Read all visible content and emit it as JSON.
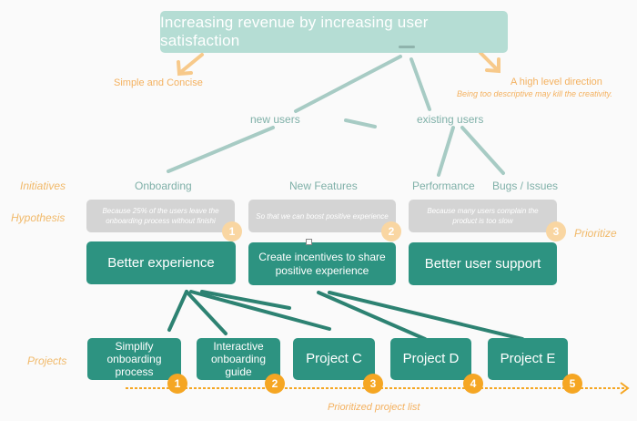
{
  "title": "Increasing revenue by increasing user satisfaction",
  "notes": {
    "left": "Simple and Concise",
    "right_heading": "A high level direction",
    "right_sub": "Being too descriptive may kill the creativity."
  },
  "branches": [
    "new users",
    "existing users"
  ],
  "row_labels": {
    "initiatives": "Initiatives",
    "hypothesis": "Hypothesis",
    "prioritize": "Prioritize",
    "projects": "Projects"
  },
  "initiatives": [
    "Onboarding",
    "New Features",
    "Performance",
    "Bugs / Issues"
  ],
  "hypotheses": [
    {
      "text": "Because 25% of the users leave the onboarding process without finishi",
      "rank": "1"
    },
    {
      "text": "So that we can boost positive experience",
      "rank": "2"
    },
    {
      "text": "Because many users complain the product is too slow",
      "rank": "3"
    }
  ],
  "initiative_boxes": [
    "Better experience",
    "Create incentives to share positive experience",
    "Better user support"
  ],
  "projects": [
    {
      "label": "Simplify onboarding process",
      "rank": "1"
    },
    {
      "label": "Interactive onboarding guide",
      "rank": "2"
    },
    {
      "label": "Project C",
      "rank": "3"
    },
    {
      "label": "Project D",
      "rank": "4"
    },
    {
      "label": "Project E",
      "rank": "5"
    }
  ],
  "axis_label": "Prioritized project list",
  "colors": {
    "teal": "#2d9381",
    "light_teal": "#b5ddd4",
    "line_teal": "#7fb0a8",
    "orange": "#f5a623",
    "pale_orange": "#f9d6a2",
    "hypothesis_gray": "#d4d4d4"
  }
}
